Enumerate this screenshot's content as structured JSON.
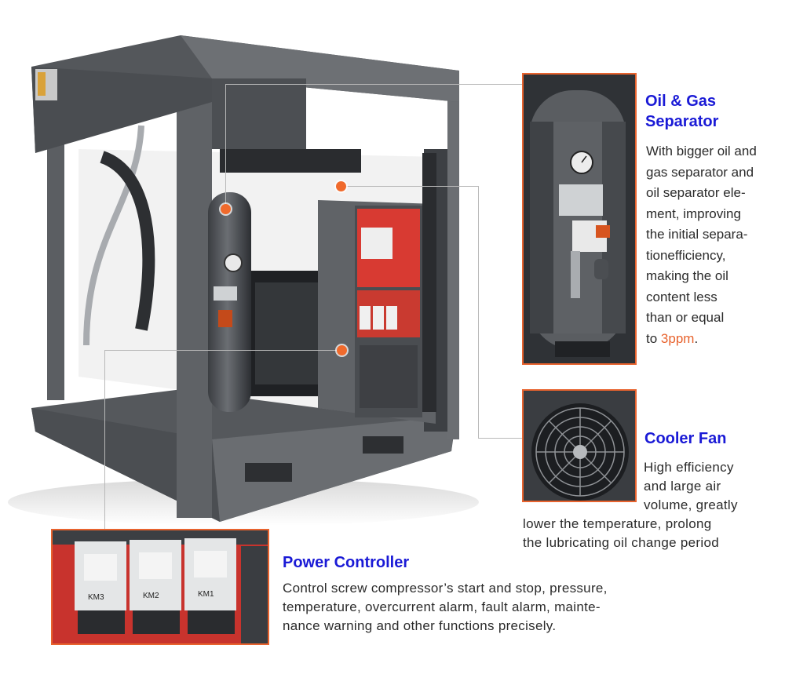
{
  "features": [
    {
      "id": "separator",
      "title_lines": [
        "Oil & Gas",
        "Separator"
      ],
      "desc_lines": [
        "With bigger oil and",
        "gas separator and",
        "oil separator ele-",
        "ment, improving",
        "the initial separa-",
        "tionefficiency,",
        "making the oil",
        "content less",
        "than or equal"
      ],
      "desc_last_prefix": "to ",
      "desc_last_highlight": "3ppm",
      "desc_last_suffix": "."
    },
    {
      "id": "fan",
      "title": "Cooler Fan",
      "desc_lines": [
        "High efficiency",
        "and large air",
        "volume, greatly",
        "lower the temperature,  prolong",
        "the lubricating oil change period"
      ]
    },
    {
      "id": "controller",
      "title": "Power Controller",
      "desc_lines": [
        "Control screw compressor’s start and stop, pressure,",
        "temperature, overcurrent alarm, fault alarm, mainte-",
        "nance warning and other functions precisely."
      ],
      "contactor_labels": [
        "KM3",
        "KM2",
        "KM1"
      ]
    }
  ],
  "colors": {
    "heading": "#1a1ad6",
    "accent": "#e8632e",
    "body_text": "#2b2b2b",
    "machine": "#5f6266"
  }
}
